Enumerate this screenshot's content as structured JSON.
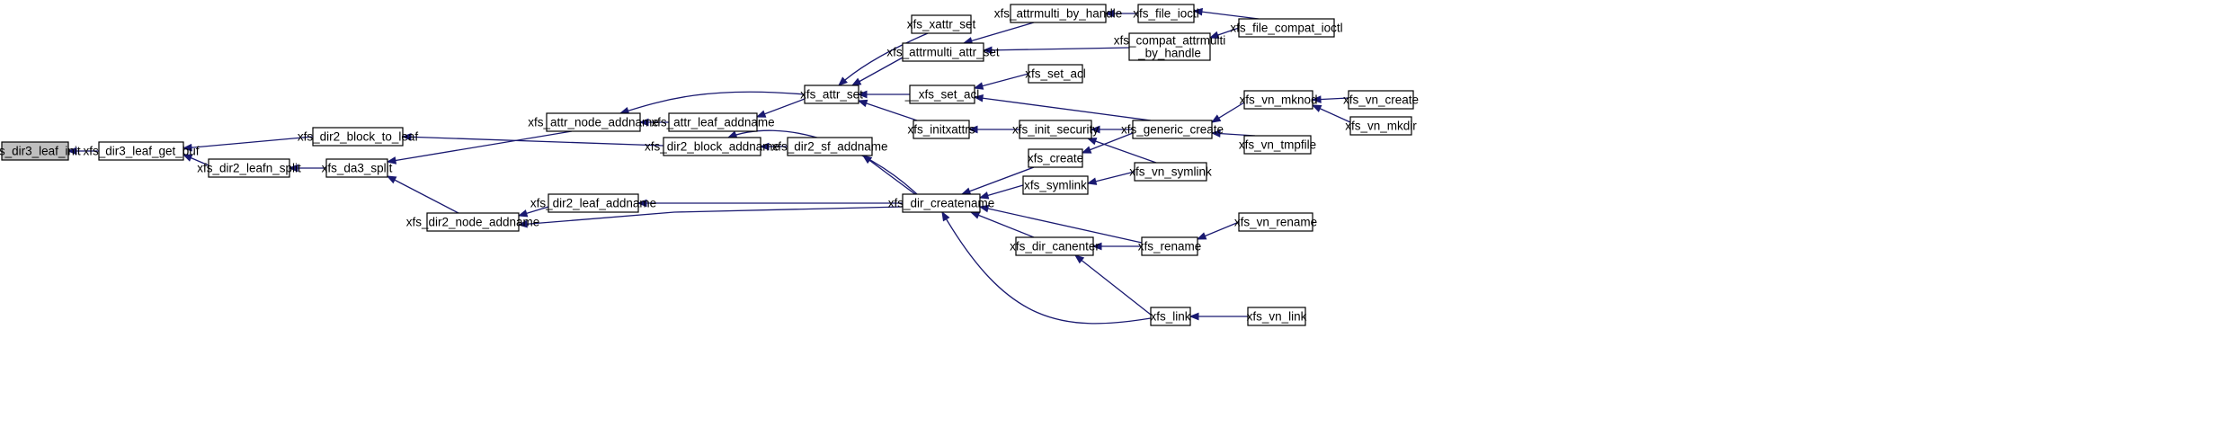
{
  "graph": {
    "focus_node": "xfs_dir3_leaf_init",
    "colors": {
      "edge": "#191970",
      "focus_fill": "#bfbfbf",
      "node_fill": "#ffffff",
      "node_border": "#000000"
    },
    "nodes": [
      {
        "id": "n_leaf_init",
        "lines": [
          "xfs_dir3_leaf_init"
        ]
      },
      {
        "id": "n_leaf_get_buf",
        "lines": [
          "xfs_dir3_leaf_get_buf"
        ]
      },
      {
        "id": "n_block_to_leaf",
        "lines": [
          "xfs_dir2_block_to_leaf"
        ]
      },
      {
        "id": "n_leafn_split",
        "lines": [
          "xfs_dir2_leafn_split"
        ]
      },
      {
        "id": "n_da3_split",
        "lines": [
          "xfs_da3_split"
        ]
      },
      {
        "id": "n_attr_node_addname",
        "lines": [
          "xfs_attr_node_addname"
        ]
      },
      {
        "id": "n_dir2_node_addname",
        "lines": [
          "xfs_dir2_node_addname"
        ]
      },
      {
        "id": "n_dir2_leaf_addname",
        "lines": [
          "xfs_dir2_leaf_addname"
        ]
      },
      {
        "id": "n_dir2_block_addname",
        "lines": [
          "xfs_dir2_block_addname"
        ]
      },
      {
        "id": "n_attr_leaf_addname",
        "lines": [
          "xfs_attr_leaf_addname"
        ]
      },
      {
        "id": "n_dir2_sf_addname",
        "lines": [
          "xfs_dir2_sf_addname"
        ]
      },
      {
        "id": "n_attr_set",
        "lines": [
          "xfs_attr_set"
        ]
      },
      {
        "id": "n_dir_createname",
        "lines": [
          "xfs_dir_createname"
        ]
      },
      {
        "id": "n_xattr_set",
        "lines": [
          "xfs_xattr_set"
        ]
      },
      {
        "id": "n_attrmulti_attr_set",
        "lines": [
          "xfs_attrmulti_attr_set"
        ]
      },
      {
        "id": "n___xfs_set_acl",
        "lines": [
          "__xfs_set_acl"
        ]
      },
      {
        "id": "n_initxattrs",
        "lines": [
          "xfs_initxattrs"
        ]
      },
      {
        "id": "n_create",
        "lines": [
          "xfs_create"
        ]
      },
      {
        "id": "n_symlink",
        "lines": [
          "xfs_symlink"
        ]
      },
      {
        "id": "n_dir_canenter",
        "lines": [
          "xfs_dir_canenter"
        ]
      },
      {
        "id": "n_attrmulti_by_handle",
        "lines": [
          "xfs_attrmulti_by_handle"
        ]
      },
      {
        "id": "n_set_acl",
        "lines": [
          "xfs_set_acl"
        ]
      },
      {
        "id": "n_init_security",
        "lines": [
          "xfs_init_security"
        ]
      },
      {
        "id": "n_rename",
        "lines": [
          "xfs_rename"
        ]
      },
      {
        "id": "n_link",
        "lines": [
          "xfs_link"
        ]
      },
      {
        "id": "n_file_ioctl",
        "lines": [
          "xfs_file_ioctl"
        ]
      },
      {
        "id": "n_compat_attrmulti",
        "lines": [
          "xfs_compat_attrmulti",
          "_by_handle"
        ]
      },
      {
        "id": "n_generic_create",
        "lines": [
          "xfs_generic_create"
        ]
      },
      {
        "id": "n_vn_symlink",
        "lines": [
          "xfs_vn_symlink"
        ]
      },
      {
        "id": "n_file_compat_ioctl",
        "lines": [
          "xfs_file_compat_ioctl"
        ]
      },
      {
        "id": "n_vn_mknod",
        "lines": [
          "xfs_vn_mknod"
        ]
      },
      {
        "id": "n_vn_tmpfile",
        "lines": [
          "xfs_vn_tmpfile"
        ]
      },
      {
        "id": "n_vn_rename",
        "lines": [
          "xfs_vn_rename"
        ]
      },
      {
        "id": "n_vn_link",
        "lines": [
          "xfs_vn_link"
        ]
      },
      {
        "id": "n_vn_create",
        "lines": [
          "xfs_vn_create"
        ]
      },
      {
        "id": "n_vn_mkdir",
        "lines": [
          "xfs_vn_mkdir"
        ]
      }
    ],
    "edges": [
      {
        "from": "n_leaf_get_buf",
        "to": "n_leaf_init"
      },
      {
        "from": "n_block_to_leaf",
        "to": "n_leaf_get_buf"
      },
      {
        "from": "n_leafn_split",
        "to": "n_leaf_get_buf"
      },
      {
        "from": "n_dir2_block_addname",
        "to": "n_block_to_leaf"
      },
      {
        "from": "n_da3_split",
        "to": "n_leafn_split"
      },
      {
        "from": "n_attr_node_addname",
        "to": "n_da3_split"
      },
      {
        "from": "n_dir2_node_addname",
        "to": "n_da3_split"
      },
      {
        "from": "n_attr_leaf_addname",
        "to": "n_attr_node_addname"
      },
      {
        "from": "n_attr_set",
        "to": "n_attr_node_addname"
      },
      {
        "from": "n_dir2_leaf_addname",
        "to": "n_dir2_node_addname"
      },
      {
        "from": "n_dir_createname",
        "to": "n_dir2_node_addname"
      },
      {
        "from": "n_dir_createname",
        "to": "n_dir2_leaf_addname"
      },
      {
        "from": "n_dir2_sf_addname",
        "to": "n_dir2_block_addname"
      },
      {
        "from": "n_dir_createname",
        "to": "n_dir2_block_addname"
      },
      {
        "from": "n_attr_set",
        "to": "n_attr_leaf_addname"
      },
      {
        "from": "n_dir_createname",
        "to": "n_dir2_sf_addname"
      },
      {
        "from": "n_xattr_set",
        "to": "n_attr_set"
      },
      {
        "from": "n_attrmulti_attr_set",
        "to": "n_attr_set"
      },
      {
        "from": "n___xfs_set_acl",
        "to": "n_attr_set"
      },
      {
        "from": "n_initxattrs",
        "to": "n_attr_set"
      },
      {
        "from": "n_create",
        "to": "n_dir_createname"
      },
      {
        "from": "n_symlink",
        "to": "n_dir_createname"
      },
      {
        "from": "n_rename",
        "to": "n_dir_createname"
      },
      {
        "from": "n_link",
        "to": "n_dir_createname"
      },
      {
        "from": "n_dir_canenter",
        "to": "n_dir_createname"
      },
      {
        "from": "n_attrmulti_by_handle",
        "to": "n_attrmulti_attr_set"
      },
      {
        "from": "n_compat_attrmulti",
        "to": "n_attrmulti_attr_set"
      },
      {
        "from": "n_set_acl",
        "to": "n___xfs_set_acl"
      },
      {
        "from": "n_generic_create",
        "to": "n___xfs_set_acl"
      },
      {
        "from": "n_init_security",
        "to": "n_initxattrs"
      },
      {
        "from": "n_generic_create",
        "to": "n_create"
      },
      {
        "from": "n_vn_symlink",
        "to": "n_symlink"
      },
      {
        "from": "n_rename",
        "to": "n_dir_canenter"
      },
      {
        "from": "n_link",
        "to": "n_dir_canenter"
      },
      {
        "from": "n_file_ioctl",
        "to": "n_attrmulti_by_handle"
      },
      {
        "from": "n_file_compat_ioctl",
        "to": "n_compat_attrmulti"
      },
      {
        "from": "n_generic_create",
        "to": "n_init_security"
      },
      {
        "from": "n_vn_symlink",
        "to": "n_init_security"
      },
      {
        "from": "n_vn_rename",
        "to": "n_rename"
      },
      {
        "from": "n_vn_link",
        "to": "n_link"
      },
      {
        "from": "n_file_compat_ioctl",
        "to": "n_file_ioctl"
      },
      {
        "from": "n_vn_mknod",
        "to": "n_generic_create"
      },
      {
        "from": "n_vn_tmpfile",
        "to": "n_generic_create"
      },
      {
        "from": "n_vn_create",
        "to": "n_vn_mknod"
      },
      {
        "from": "n_vn_mkdir",
        "to": "n_vn_mknod"
      }
    ]
  }
}
